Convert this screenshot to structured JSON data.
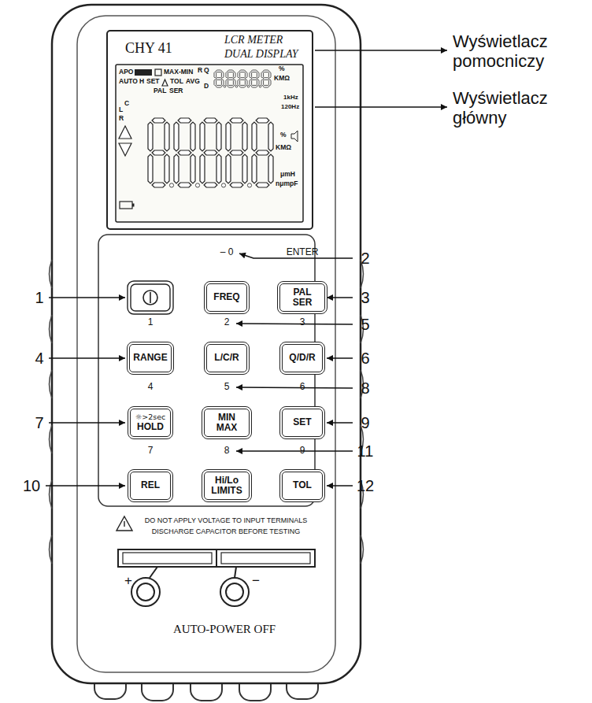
{
  "diagram": {
    "nodes": [
      {
        "text": [
          "CHY 41",
          "LCR METER DUAL DISPLAY"
        ]
      },
      {
        "text": [
          "FREQ"
        ]
      },
      {
        "text": [
          "PAL SER"
        ]
      },
      {
        "text": [
          "RANGE"
        ]
      },
      {
        "text": [
          "L/C/R"
        ]
      },
      {
        "text": [
          "Q/D/R"
        ]
      },
      {
        "text": [
          "☼>2sec",
          "HOLD"
        ]
      },
      {
        "text": [
          "MIN MAX"
        ]
      },
      {
        "text": [
          "SET"
        ]
      },
      {
        "text": [
          "REL"
        ]
      },
      {
        "text": [
          "Hi/Lo LIMITS"
        ]
      },
      {
        "text": [
          "TOL"
        ]
      }
    ],
    "labels": [
      "Wyświetlacz pomocniczy",
      "Wyświetlacz główny",
      "APO",
      "MAX-MIN",
      "AUTO",
      "H",
      "SET",
      "TOL",
      "AVG",
      "PAL",
      "SER",
      "R",
      "Q",
      "D",
      "%",
      "KMΩ",
      "1kHz",
      "120Hz",
      "L",
      "C",
      "R",
      "%",
      "KMΩ",
      "μmH",
      "nμmpF",
      "– 0",
      "ENTER",
      "1",
      "2",
      "3",
      "4",
      "5",
      "6",
      "7",
      "8",
      "9",
      "1",
      "2",
      "3",
      "4",
      "5",
      "6",
      "7",
      "8",
      "9",
      "10",
      "11",
      "12",
      "DO NOT APPLY VOLTAGE TO INPUT TERMINALS",
      "DISCHARGE CAPACITOR BEFORE TESTING",
      "+",
      "−",
      "AUTO-POWER OFF"
    ]
  }
}
